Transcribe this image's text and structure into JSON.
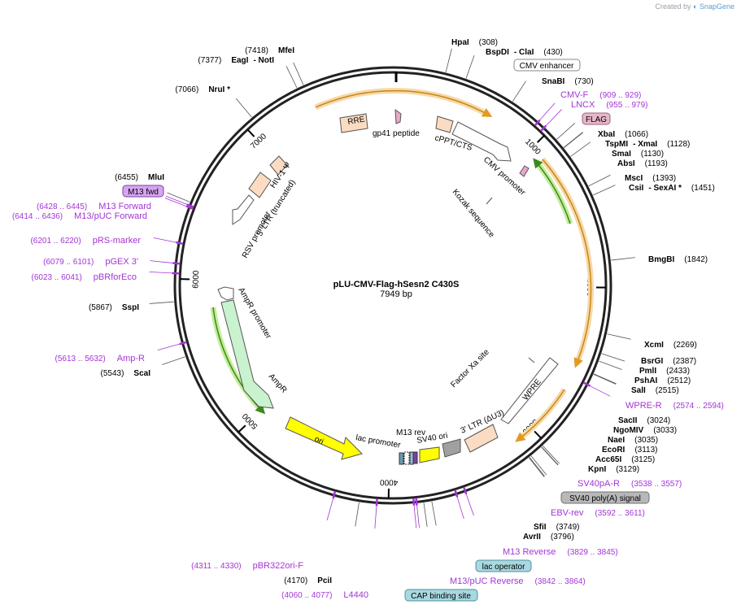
{
  "credit": {
    "prefix": "Created by",
    "brand": "SnapGene"
  },
  "plasmid": {
    "name": "pLU-CMV-Flag-hSesn2 C430S",
    "size_label": "7949 bp",
    "length": 7949
  },
  "colors": {
    "primer": "#a335d6",
    "site": "#000000",
    "number": "#000000",
    "ring": "#222222"
  },
  "ticks": [
    {
      "bp": 1000,
      "label": "1000"
    },
    {
      "bp": 2000,
      "label": "2000"
    },
    {
      "bp": 3000,
      "label": "3000"
    },
    {
      "bp": 4000,
      "label": "4000"
    },
    {
      "bp": 5000,
      "label": "5000"
    },
    {
      "bp": 6000,
      "label": "6000"
    },
    {
      "bp": 7000,
      "label": "7000"
    }
  ],
  "sites": [
    {
      "name": "HpaI",
      "pos": "(308)",
      "bp": 308
    },
    {
      "name": "BspDI",
      "suffix": "- ClaI",
      "pos": "(430)",
      "bp": 430
    },
    {
      "name": "SnaBI",
      "pos": "(730)",
      "bp": 730
    },
    {
      "name": "XbaI",
      "pos": "(1066)",
      "bp": 1066
    },
    {
      "name": "TspMI",
      "suffix": "- XmaI",
      "pos": "(1128)",
      "bp": 1128
    },
    {
      "name": "SmaI",
      "pos": "(1130)",
      "bp": 1130
    },
    {
      "name": "AbsI",
      "pos": "(1193)",
      "bp": 1193
    },
    {
      "name": "MscI",
      "pos": "(1393)",
      "bp": 1393
    },
    {
      "name": "CsiI",
      "suffix": "- SexAI *",
      "pos": "(1451)",
      "bp": 1451
    },
    {
      "name": "BmgBI",
      "pos": "(1842)",
      "bp": 1842
    },
    {
      "name": "XcmI",
      "pos": "(2269)",
      "bp": 2269
    },
    {
      "name": "BsrGI",
      "pos": "(2387)",
      "bp": 2387
    },
    {
      "name": "PmlI",
      "pos": "(2433)",
      "bp": 2433
    },
    {
      "name": "PshAI",
      "pos": "(2512)",
      "bp": 2512
    },
    {
      "name": "SalI",
      "pos": "(2515)",
      "bp": 2515
    },
    {
      "name": "SacII",
      "pos": "(3024)",
      "bp": 3024
    },
    {
      "name": "NgoMIV",
      "pos": "(3033)",
      "bp": 3033
    },
    {
      "name": "NaeI",
      "pos": "(3035)",
      "bp": 3035
    },
    {
      "name": "EcoRI",
      "pos": "(3113)",
      "bp": 3113
    },
    {
      "name": "Acc65I",
      "pos": "(3125)",
      "bp": 3125
    },
    {
      "name": "KpnI",
      "pos": "(3129)",
      "bp": 3129
    },
    {
      "name": "SfiI",
      "pos": "(3749)",
      "bp": 3749
    },
    {
      "name": "AvrII",
      "pos": "(3796)",
      "bp": 3796
    },
    {
      "name": "PciI",
      "pos": "(4170)",
      "bp": 4170
    },
    {
      "name": "ScaI",
      "pos": "(5543)",
      "bp": 5543
    },
    {
      "name": "SspI",
      "pos": "(5867)",
      "bp": 5867
    },
    {
      "name": "MluI",
      "pos": "(6455)",
      "bp": 6455
    },
    {
      "name": "NruI *",
      "pos": "(7066)",
      "bp": 7066
    },
    {
      "name": "EagI",
      "suffix": "- NotI",
      "pos": "(7377)",
      "bp": 7377
    },
    {
      "name": "MfeI",
      "pos": "(7418)",
      "bp": 7418
    }
  ],
  "primers": [
    {
      "name": "CMV-F",
      "range": "(909 .. 929)",
      "bp": 919
    },
    {
      "name": "LNCX",
      "range": "(955 .. 979)",
      "bp": 967
    },
    {
      "name": "WPRE-R",
      "range": "(2574 .. 2594)",
      "bp": 2584
    },
    {
      "name": "SV40pA-R",
      "range": "(3538 .. 3557)",
      "bp": 3547
    },
    {
      "name": "EBV-rev",
      "range": "(3592 .. 3611)",
      "bp": 3601
    },
    {
      "name": "M13 Reverse",
      "range": "(3829 .. 3845)",
      "bp": 3837
    },
    {
      "name": "M13/pUC Reverse",
      "range": "(3842 .. 3864)",
      "bp": 3853
    },
    {
      "name": "L4440",
      "range": "(4060 .. 4077)",
      "bp": 4068
    },
    {
      "name": "pBR322ori-F",
      "range": "(4311 .. 4330)",
      "bp": 4320
    },
    {
      "name": "Amp-R",
      "range": "(5613 .. 5632)",
      "bp": 5622
    },
    {
      "name": "pBRforEco",
      "range": "(6023 .. 6041)",
      "bp": 6032
    },
    {
      "name": "pGEX 3'",
      "range": "(6079 .. 6101)",
      "bp": 6090
    },
    {
      "name": "pRS-marker",
      "range": "(6201 .. 6220)",
      "bp": 6210
    },
    {
      "name": "M13/pUC Forward",
      "range": "(6414 .. 6436)",
      "bp": 6425
    },
    {
      "name": "M13 Forward",
      "range": "(6428 .. 6445)",
      "bp": 6436
    }
  ],
  "boxed_labels": [
    {
      "id": "cmv-enhancer",
      "label": "CMV enhancer",
      "fill": "#ffffff",
      "stroke": "#888888"
    },
    {
      "id": "flag",
      "label": "FLAG",
      "fill": "#e7b7c9",
      "stroke": "#a06080"
    },
    {
      "id": "m13-fwd",
      "label": "M13 fwd",
      "fill": "#d5a6f0",
      "stroke": "#8040a0"
    },
    {
      "id": "sv40-polya",
      "label": "SV40 poly(A) signal",
      "fill": "#b8b8b8",
      "stroke": "#707070"
    },
    {
      "id": "lac-operator",
      "label": "lac operator",
      "fill": "#a8d8e0",
      "stroke": "#5090a0"
    },
    {
      "id": "cap-binding",
      "label": "CAP binding site",
      "fill": "#a8d8e0",
      "stroke": "#5090a0"
    }
  ],
  "features": [
    {
      "label": "RRE"
    },
    {
      "label": "gp41 peptide"
    },
    {
      "label": "cPPT/CTS"
    },
    {
      "label": "CMV promoter"
    },
    {
      "label": "Kozak sequence"
    },
    {
      "label": "HIV-1 Ψ"
    },
    {
      "label": "5' LTR (truncated)"
    },
    {
      "label": "RSV promoter"
    },
    {
      "label": "AmpR promoter"
    },
    {
      "label": "AmpR"
    },
    {
      "label": "ori"
    },
    {
      "label": "lac promoter"
    },
    {
      "label": "M13 rev"
    },
    {
      "label": "SV40 ori"
    },
    {
      "label": "3' LTR (ΔU3)"
    },
    {
      "label": "WPRE"
    },
    {
      "label": "Factor Xa site"
    }
  ]
}
